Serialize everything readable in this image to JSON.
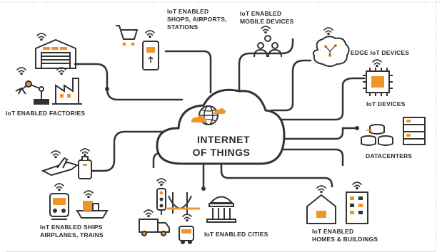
{
  "center": {
    "line1": "INTERNET",
    "line2": "OF THINGS"
  },
  "labels": {
    "factories": "IoT ENABLED FACTORIES",
    "shops": [
      "IoT ENABLED",
      "SHOPS, AIRPORTS,",
      "STATIONS"
    ],
    "mobile": [
      "IoT ENABLED",
      "MOBILE DEVICES"
    ],
    "edge": "EDGE IoT DEVICES",
    "iot_devices": "IoT DEVICES",
    "datacenters": "DATACENTERS",
    "ships": [
      "IoT ENABLED SHIPS",
      "AIRPLANES, TRAINS"
    ],
    "cities": "IoT ENABLED CITIES",
    "homes": [
      "IoT ENABLED",
      "HOMES & BUILDINGS"
    ]
  },
  "colors": {
    "line": "#333333",
    "accent": "#f0952b",
    "text": "#2a2a2a"
  },
  "icons": [
    "warehouse-icon",
    "robot-arm-icon",
    "factory-icon",
    "shopping-cart-icon",
    "smartphone-icon",
    "people-group-icon",
    "brain-chip-icon",
    "microchip-icon",
    "database-icon",
    "server-rack-icon",
    "airplane-icon",
    "luggage-icon",
    "train-icon",
    "ship-icon",
    "traffic-light-icon",
    "bridge-icon",
    "government-building-icon",
    "truck-icon",
    "bus-icon",
    "house-icon",
    "office-building-icon",
    "cloud-icon",
    "globe-icon",
    "wifi-icon"
  ]
}
